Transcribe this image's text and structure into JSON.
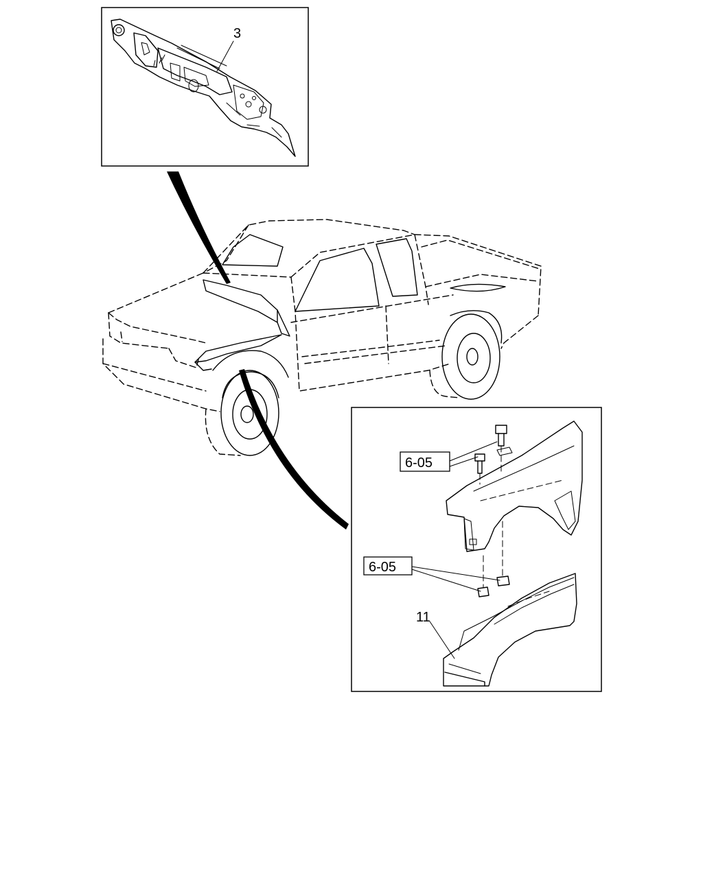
{
  "callouts": {
    "dash_panel": "3",
    "fender_bolts": "6-05",
    "fender_clips": "6-05",
    "fender_liner": "11"
  }
}
